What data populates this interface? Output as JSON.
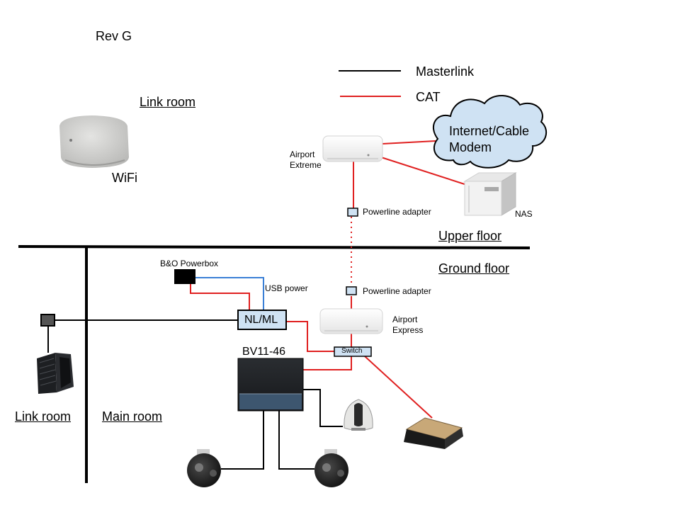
{
  "revision": "Rev G",
  "legend": {
    "masterlink": "Masterlink",
    "cat": "CAT",
    "colors": {
      "masterlink": "#000000",
      "cat": "#e02020",
      "usb": "#3a7fd6",
      "cloud_fill": "#cfe2f3"
    }
  },
  "rooms": {
    "link_room_upper": "Link room",
    "upper_floor": "Upper floor",
    "ground_floor": "Ground floor",
    "link_room_ground": "Link room",
    "main_room": "Main room"
  },
  "devices": {
    "wifi_speaker": "WiFi",
    "internet_modem": "Internet/Cable Modem",
    "airport_extreme": "Airport Extreme",
    "nas": "NAS",
    "powerline_upper": "Powerline adapter",
    "powerline_lower": "Powerline adapter",
    "bo_powerbox": "B&O Powerbox",
    "usb_power": "USB power",
    "nlml": "NL/ML",
    "airport_express": "Airport Express",
    "switch": "Switch",
    "beovision": "BV11-46"
  }
}
